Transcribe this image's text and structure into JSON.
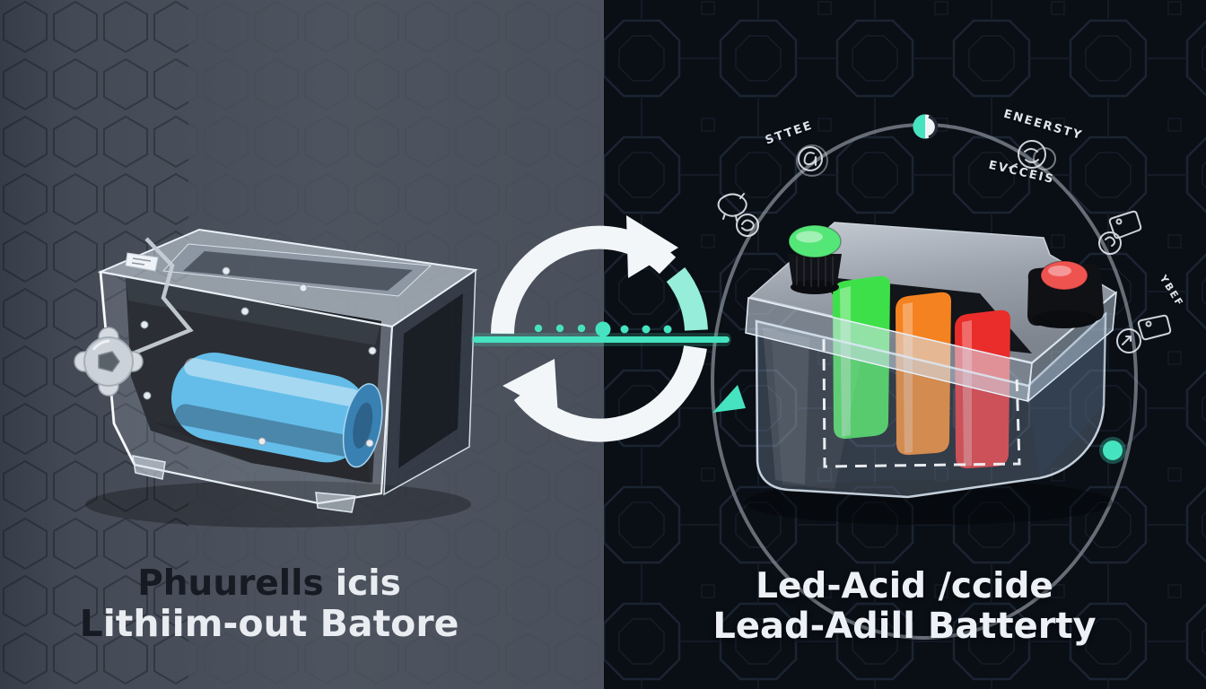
{
  "left_panel": {
    "caption_line1_dark": "Phuurells",
    "caption_line1_light": "icis",
    "caption_line2_dark": "L",
    "caption_line2_light": "ithiim-out Batore"
  },
  "right_panel": {
    "caption_line1": "Led-Acid /ccide",
    "caption_line2": "Lead-Adill Batterty",
    "orbit_labels": {
      "style": "STTEE",
      "energy_top": "ENEERSTY",
      "energy_bottom": "EVCCEIS",
      "tag": "YBEF"
    }
  },
  "icons": [
    "recycle-arrows-icon",
    "teal-divider-line",
    "half-moon-icon",
    "piggy-bank-icon",
    "circled-a-icon",
    "coins-doodle-icon",
    "price-tag-icon",
    "price-tag-icon-2",
    "teal-arrowhead-icon"
  ],
  "colors": {
    "teal": "#46E3C0",
    "teal_soft": "#96EDD9",
    "left_background": "#4A515C",
    "right_background": "#0A0E15",
    "cell_green": "#3EE04A",
    "cell_orange": "#F58220",
    "cell_red": "#EA2D2B",
    "cell_blue": "#4FB7E8",
    "knob_green": "#55E678",
    "knob_red": "#EF5350",
    "orbit_line": "#868D97"
  }
}
